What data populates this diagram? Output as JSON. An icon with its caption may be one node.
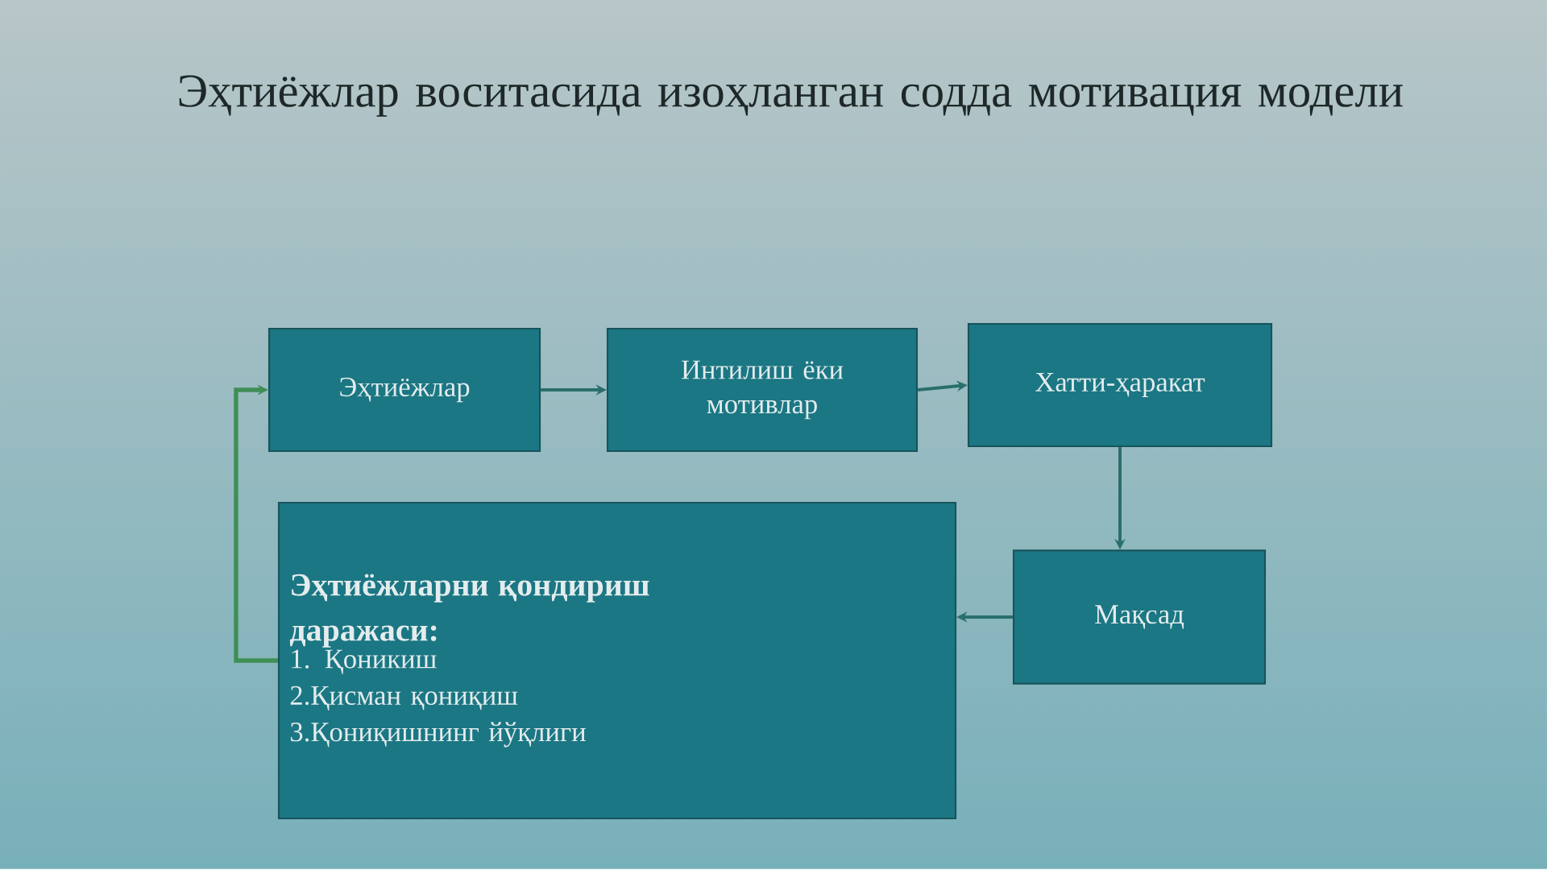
{
  "diagram": {
    "title": "Эҳтиёжлар воситасида изоҳланган содда мотивация модели",
    "nodes": [
      {
        "text": [
          "Эҳтиёжлар"
        ]
      },
      {
        "text": [
          "Интилиш ёки мотивлар"
        ]
      },
      {
        "text": [
          "Хатти-ҳаракат"
        ]
      },
      {
        "text": [
          "Мақсад"
        ]
      },
      {
        "text": [
          "Эҳтиёжларни қондириш даражаси:",
          "1. Қоникиш",
          "2.Қисман қониқиш",
          "3.Қониқишнинг йўқлиги"
        ]
      }
    ],
    "edges": [
      {
        "from": 0,
        "to": 1,
        "arrow": "to"
      },
      {
        "from": 1,
        "to": 2,
        "arrow": "to"
      },
      {
        "from": 2,
        "to": 3,
        "arrow": "to"
      },
      {
        "from": 3,
        "to": 4,
        "arrow": "to"
      },
      {
        "from": 4,
        "to": 0,
        "arrow": "to",
        "color": "#3f8f55"
      }
    ]
  }
}
